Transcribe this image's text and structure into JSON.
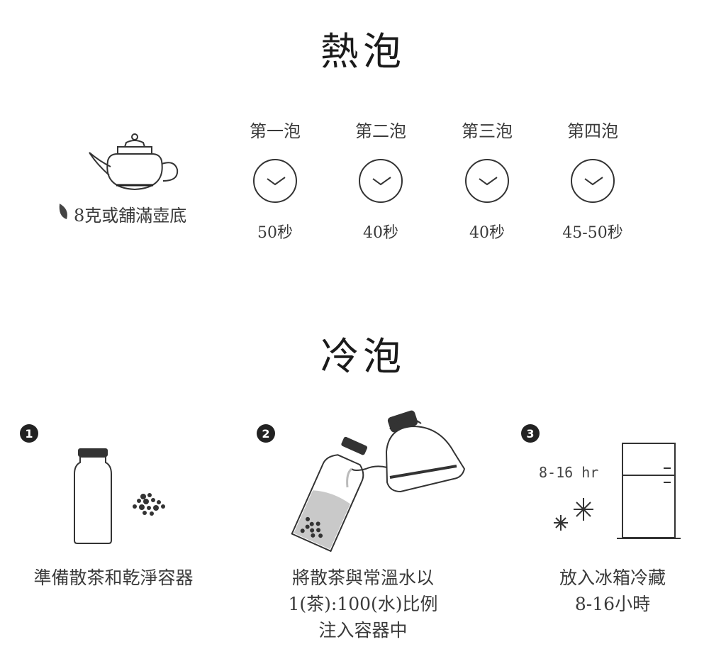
{
  "hot": {
    "title": "熱泡",
    "tea_amount": "8克或舖滿壺底",
    "steeps": [
      {
        "label": "第一泡",
        "time": "50秒"
      },
      {
        "label": "第二泡",
        "time": "40秒"
      },
      {
        "label": "第三泡",
        "time": "40秒"
      },
      {
        "label": "第四泡",
        "time": "45-50秒"
      }
    ]
  },
  "cold": {
    "title": "冷泡",
    "steps": [
      {
        "number": "1",
        "lines": [
          "準備散茶和乾淨容器"
        ]
      },
      {
        "number": "2",
        "lines": [
          "將散茶與常溫水以",
          "1(茶):100(水)比例",
          "注入容器中"
        ]
      },
      {
        "number": "3",
        "lines": [
          "放入冰箱冷藏",
          "8-16小時"
        ]
      }
    ],
    "fridge_duration": "8-16 hr"
  },
  "colors": {
    "ink": "#3a3a3a",
    "dark": "#222222",
    "tea_water": "#c9c9c9"
  },
  "icons": [
    "teapot-icon",
    "leaf-icon",
    "clock-icon",
    "bottle-icon",
    "tea-leaves-icon",
    "kettle-icon",
    "fridge-icon",
    "snowflake-icon"
  ]
}
